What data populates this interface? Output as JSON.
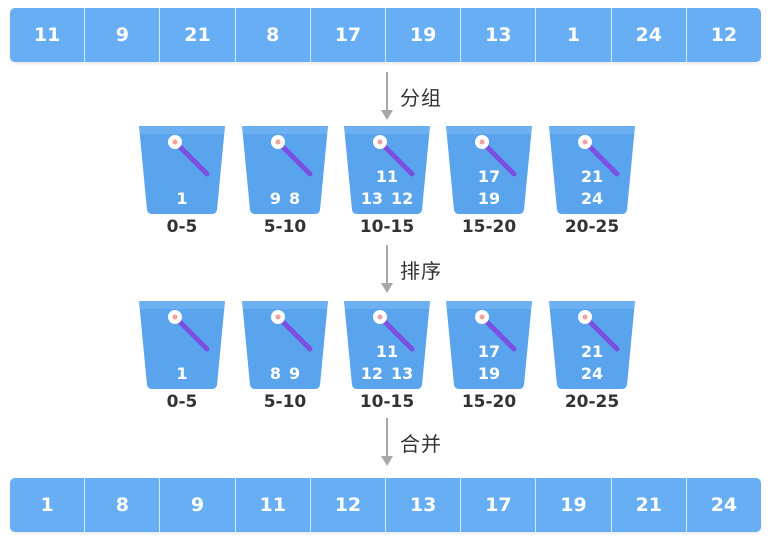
{
  "input_array": [
    "11",
    "9",
    "21",
    "8",
    "17",
    "19",
    "13",
    "1",
    "24",
    "12"
  ],
  "steps": {
    "group": "分组",
    "sort": "排序",
    "merge": "合并"
  },
  "grouped_buckets": [
    {
      "range": "0-5",
      "lines": [
        [
          "1"
        ]
      ]
    },
    {
      "range": "5-10",
      "lines": [
        [
          "9",
          "8"
        ]
      ]
    },
    {
      "range": "10-15",
      "lines": [
        [
          "11"
        ],
        [
          "13",
          "12"
        ]
      ]
    },
    {
      "range": "15-20",
      "lines": [
        [
          "17"
        ],
        [
          "19"
        ]
      ]
    },
    {
      "range": "20-25",
      "lines": [
        [
          "21"
        ],
        [
          "24"
        ]
      ]
    }
  ],
  "sorted_buckets": [
    {
      "range": "0-5",
      "lines": [
        [
          "1"
        ]
      ]
    },
    {
      "range": "5-10",
      "lines": [
        [
          "8",
          "9"
        ]
      ]
    },
    {
      "range": "10-15",
      "lines": [
        [
          "11"
        ],
        [
          "12",
          "13"
        ]
      ]
    },
    {
      "range": "15-20",
      "lines": [
        [
          "17"
        ],
        [
          "19"
        ]
      ]
    },
    {
      "range": "20-25",
      "lines": [
        [
          "21"
        ],
        [
          "24"
        ]
      ]
    }
  ],
  "output_array": [
    "1",
    "8",
    "9",
    "11",
    "12",
    "13",
    "17",
    "19",
    "21",
    "24"
  ],
  "colors": {
    "cell": "#67aef4",
    "bucket": "#5aa4ee",
    "bucket_rim": "#7dbaf6",
    "handle": "#7b4fe0",
    "arrow": "#a8a8a8"
  }
}
